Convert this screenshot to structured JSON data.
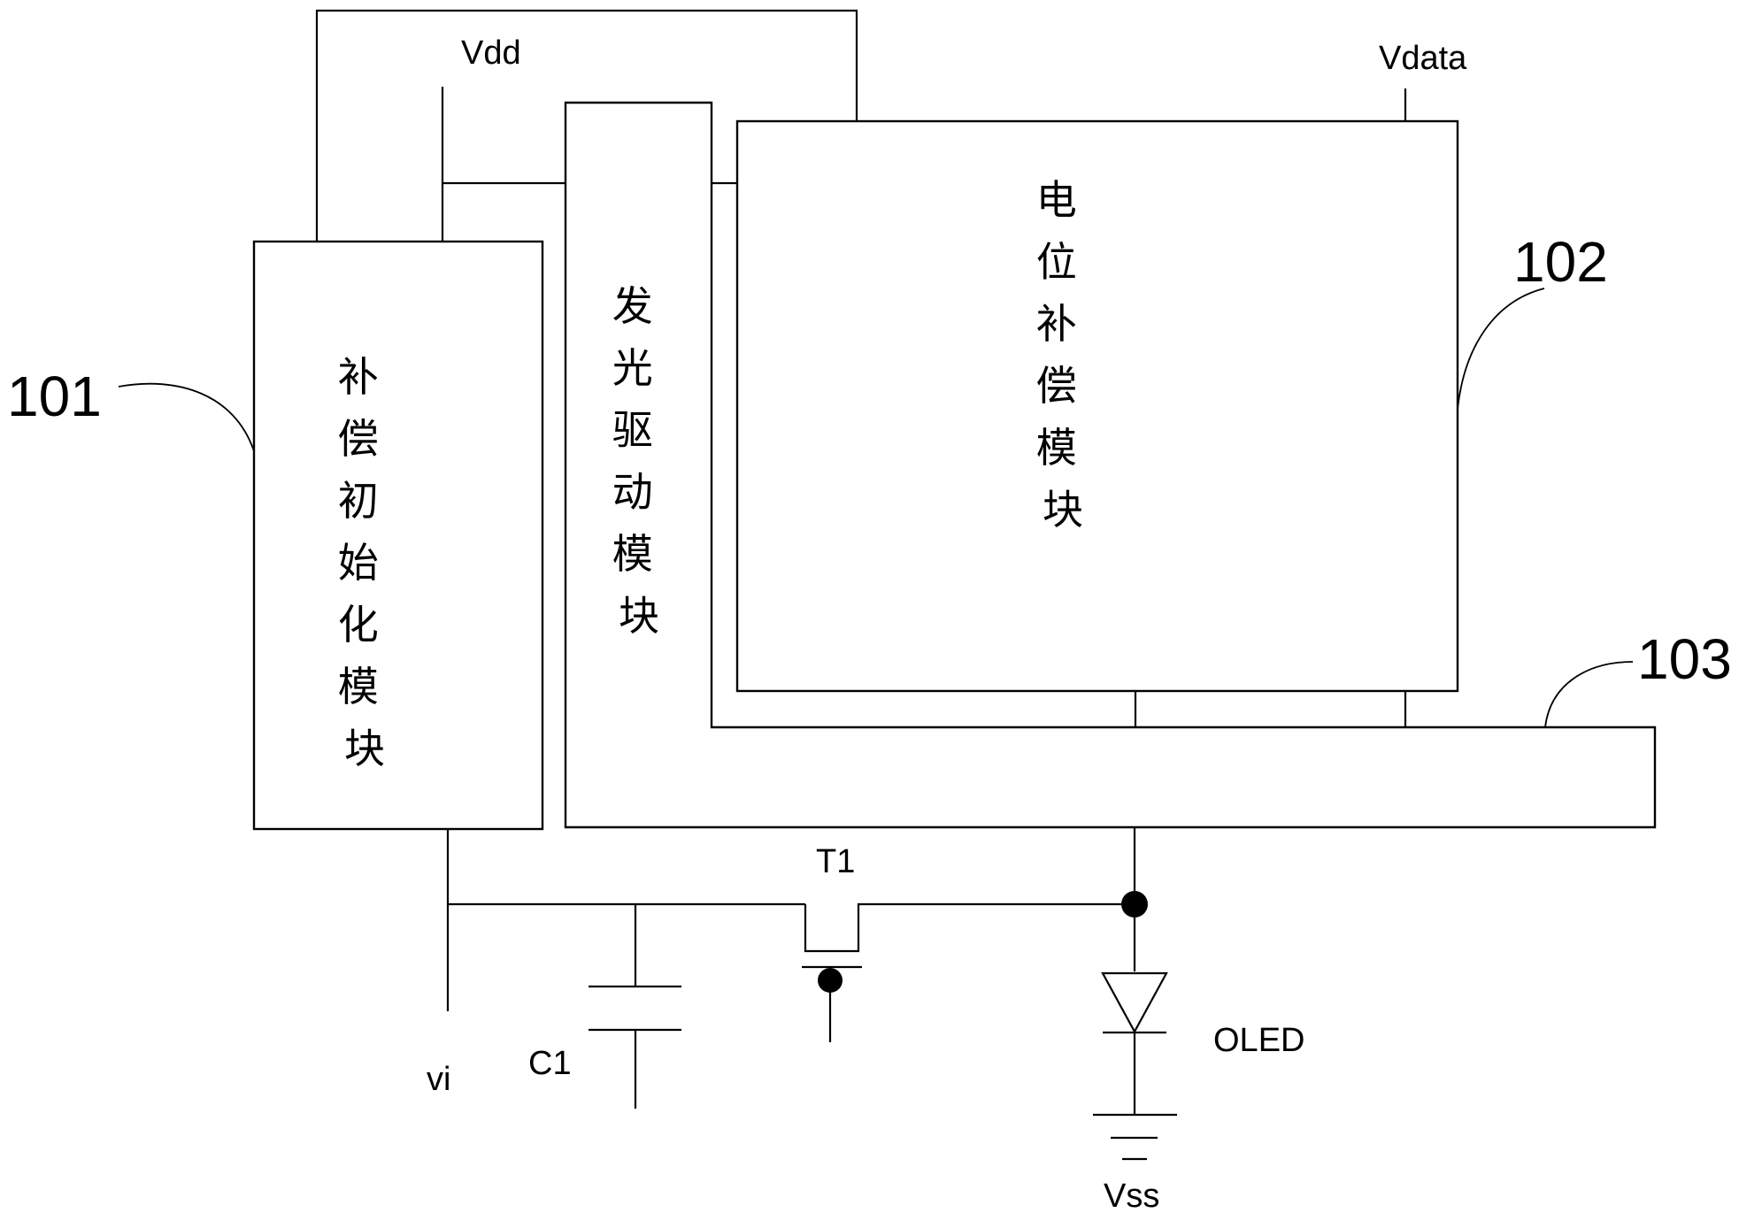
{
  "modules": {
    "m101": {
      "ref": "101",
      "chars": [
        "补",
        "偿",
        "初",
        "始",
        "化",
        "模",
        "块"
      ]
    },
    "m102": {
      "ref": "102",
      "chars": [
        "电",
        "位",
        "补",
        "偿",
        "模",
        "块"
      ]
    },
    "m103": {
      "ref": "103"
    },
    "driver": {
      "chars": [
        "发",
        "光",
        "驱",
        "动",
        "模",
        "块"
      ]
    }
  },
  "signals": {
    "vdd": "Vdd",
    "vdata": "Vdata",
    "vi": "vi",
    "vss": "Vss"
  },
  "components": {
    "t1": "T1",
    "c1": "C1",
    "oled": "OLED"
  }
}
